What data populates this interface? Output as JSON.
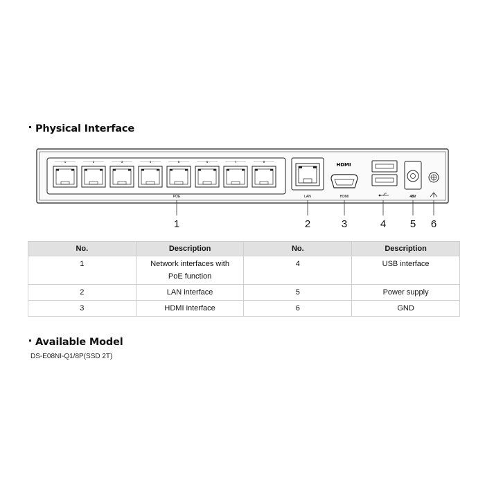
{
  "sections": {
    "physical_interface": "Physical Interface",
    "available_model": "Available Model"
  },
  "model_name": "DS-E08NI-Q1/8P(SSD 2T)",
  "device": {
    "port_numbers": [
      "1",
      "2",
      "3",
      "4",
      "5",
      "6",
      "7",
      "8"
    ],
    "poe_label": "POE",
    "lan_label": "LAN",
    "hdmi_logo": "HDMI",
    "hdmi_label": "HDMI",
    "power_label": "48V",
    "callouts": [
      "1",
      "2",
      "3",
      "4",
      "5",
      "6"
    ]
  },
  "table": {
    "headers": [
      "No.",
      "Description",
      "No.",
      "Description"
    ],
    "rows": [
      {
        "no1": "1",
        "desc1_line1": "Network interfaces with",
        "desc1_line2": "PoE function",
        "no2": "4",
        "desc2": "USB interface"
      },
      {
        "no1": "2",
        "desc1": "LAN interface",
        "no2": "5",
        "desc2": "Power supply"
      },
      {
        "no1": "3",
        "desc1": "HDMI interface",
        "no2": "6",
        "desc2": "GND"
      }
    ]
  }
}
